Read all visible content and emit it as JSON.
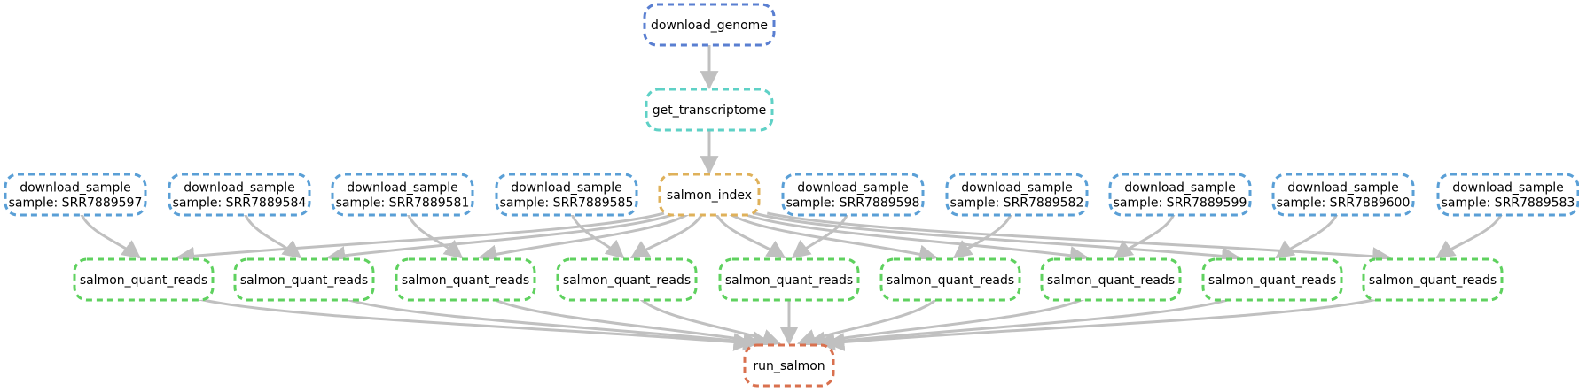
{
  "diagram": {
    "type": "snakemake-dag",
    "edge_color": "#c0c0c0",
    "nodes": [
      {
        "id": "download_genome",
        "lines": [
          "download_genome"
        ],
        "color": "#5a7fd1"
      },
      {
        "id": "get_transcriptome",
        "lines": [
          "get_transcriptome"
        ],
        "color": "#5fd1c6"
      },
      {
        "id": "salmon_index",
        "lines": [
          "salmon_index"
        ],
        "color": "#dfb15a"
      },
      {
        "id": "ds_597",
        "lines": [
          "download_sample",
          "sample: SRR7889597"
        ],
        "color": "#5a9fd6"
      },
      {
        "id": "ds_584",
        "lines": [
          "download_sample",
          "sample: SRR7889584"
        ],
        "color": "#5a9fd6"
      },
      {
        "id": "ds_581",
        "lines": [
          "download_sample",
          "sample: SRR7889581"
        ],
        "color": "#5a9fd6"
      },
      {
        "id": "ds_585",
        "lines": [
          "download_sample",
          "sample: SRR7889585"
        ],
        "color": "#5a9fd6"
      },
      {
        "id": "ds_598",
        "lines": [
          "download_sample",
          "sample: SRR7889598"
        ],
        "color": "#5a9fd6"
      },
      {
        "id": "ds_582",
        "lines": [
          "download_sample",
          "sample: SRR7889582"
        ],
        "color": "#5a9fd6"
      },
      {
        "id": "ds_599",
        "lines": [
          "download_sample",
          "sample: SRR7889599"
        ],
        "color": "#5a9fd6"
      },
      {
        "id": "ds_600",
        "lines": [
          "download_sample",
          "sample: SRR7889600"
        ],
        "color": "#5a9fd6"
      },
      {
        "id": "ds_583",
        "lines": [
          "download_sample",
          "sample: SRR7889583"
        ],
        "color": "#5a9fd6"
      },
      {
        "id": "q1",
        "lines": [
          "salmon_quant_reads"
        ],
        "color": "#5fd15f"
      },
      {
        "id": "q2",
        "lines": [
          "salmon_quant_reads"
        ],
        "color": "#5fd15f"
      },
      {
        "id": "q3",
        "lines": [
          "salmon_quant_reads"
        ],
        "color": "#5fd15f"
      },
      {
        "id": "q4",
        "lines": [
          "salmon_quant_reads"
        ],
        "color": "#5fd15f"
      },
      {
        "id": "q5",
        "lines": [
          "salmon_quant_reads"
        ],
        "color": "#5fd15f"
      },
      {
        "id": "q6",
        "lines": [
          "salmon_quant_reads"
        ],
        "color": "#5fd15f"
      },
      {
        "id": "q7",
        "lines": [
          "salmon_quant_reads"
        ],
        "color": "#5fd15f"
      },
      {
        "id": "q8",
        "lines": [
          "salmon_quant_reads"
        ],
        "color": "#5fd15f"
      },
      {
        "id": "q9",
        "lines": [
          "salmon_quant_reads"
        ],
        "color": "#5fd15f"
      },
      {
        "id": "run_salmon",
        "lines": [
          "run_salmon"
        ],
        "color": "#d9714f"
      }
    ],
    "edges": [
      [
        "download_genome",
        "get_transcriptome"
      ],
      [
        "get_transcriptome",
        "salmon_index"
      ],
      [
        "ds_597",
        "q1"
      ],
      [
        "ds_584",
        "q2"
      ],
      [
        "ds_581",
        "q3"
      ],
      [
        "ds_585",
        "q4"
      ],
      [
        "ds_598",
        "q5"
      ],
      [
        "ds_582",
        "q6"
      ],
      [
        "ds_599",
        "q7"
      ],
      [
        "ds_600",
        "q8"
      ],
      [
        "ds_583",
        "q9"
      ],
      [
        "salmon_index",
        "q1"
      ],
      [
        "salmon_index",
        "q2"
      ],
      [
        "salmon_index",
        "q3"
      ],
      [
        "salmon_index",
        "q4"
      ],
      [
        "salmon_index",
        "q5"
      ],
      [
        "salmon_index",
        "q6"
      ],
      [
        "salmon_index",
        "q7"
      ],
      [
        "salmon_index",
        "q8"
      ],
      [
        "salmon_index",
        "q9"
      ],
      [
        "q1",
        "run_salmon"
      ],
      [
        "q2",
        "run_salmon"
      ],
      [
        "q3",
        "run_salmon"
      ],
      [
        "q4",
        "run_salmon"
      ],
      [
        "q5",
        "run_salmon"
      ],
      [
        "q6",
        "run_salmon"
      ],
      [
        "q7",
        "run_salmon"
      ],
      [
        "q8",
        "run_salmon"
      ],
      [
        "q9",
        "run_salmon"
      ]
    ]
  }
}
